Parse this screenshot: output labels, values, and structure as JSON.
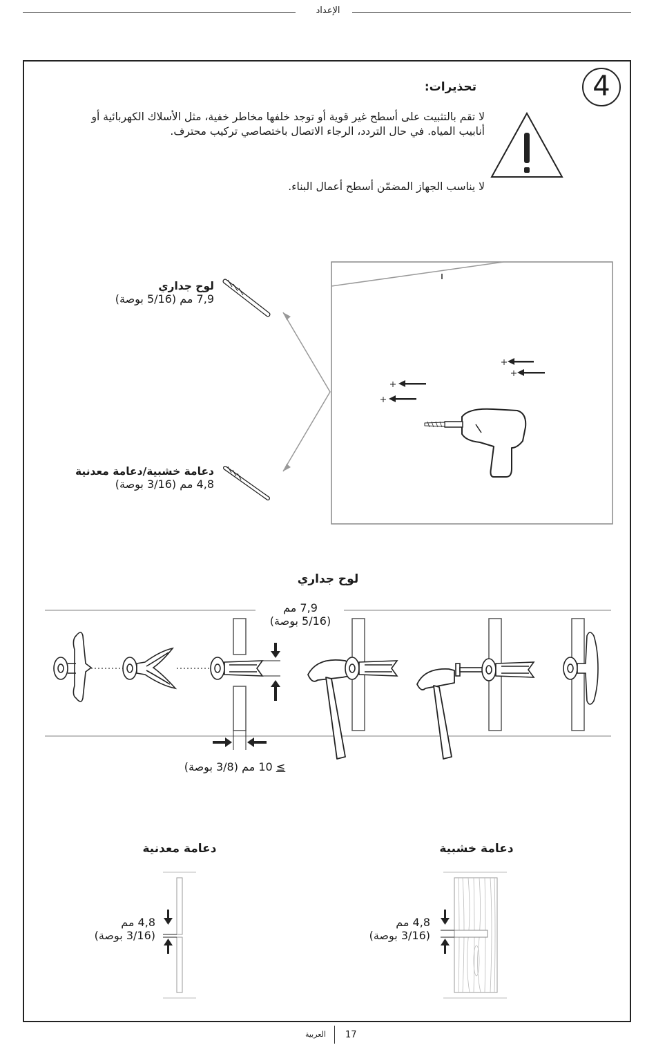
{
  "header": {
    "title": "الإعداد"
  },
  "step": {
    "number": "4"
  },
  "warnings": {
    "title": "تحذيرات:",
    "text1": "لا تقم بالتثبيت على أسطح غير قوية أو توجد خلفها مخاطر خفية، مثل الأسلاك الكهربائية أو أنابيب المياه. في حال التردد، الرجاء الاتصال باختصاصي تركيب محترف.",
    "text2": "لا يناسب الجهاز المضمّن أسطح أعمال البناء."
  },
  "icons": {
    "warning": "warning-triangle-icon",
    "drill": "drill-icon",
    "drill_bit": "drill-bit-icon",
    "hammer": "hammer-icon",
    "anchor": "toggle-anchor-icon"
  },
  "drill_bits": {
    "drywall": {
      "title": "لوح جداري",
      "size": "7,9 مم (5/16 بوصة)"
    },
    "stud": {
      "title": "دعامة خشبية/دعامة معدنية",
      "size": "4,8 مم (3/16 بوصة)"
    }
  },
  "drywall_section": {
    "title": "لوح جداري",
    "hole_size_line1": "7,9 مم",
    "hole_size_line2": "(5/16 بوصة)",
    "min_thickness": "10 مم (3/8 بوصة)",
    "min_thickness_symbol": "≤"
  },
  "studs": {
    "metal": {
      "title": "دعامة معدنية",
      "size_line1": "4,8 مم",
      "size_line2": "(3/16 بوصة)"
    },
    "wood": {
      "title": "دعامة خشبية",
      "size_line1": "4,8 مم",
      "size_line2": "(3/16 بوصة)"
    }
  },
  "footer": {
    "page": "17",
    "language": "العربية"
  }
}
